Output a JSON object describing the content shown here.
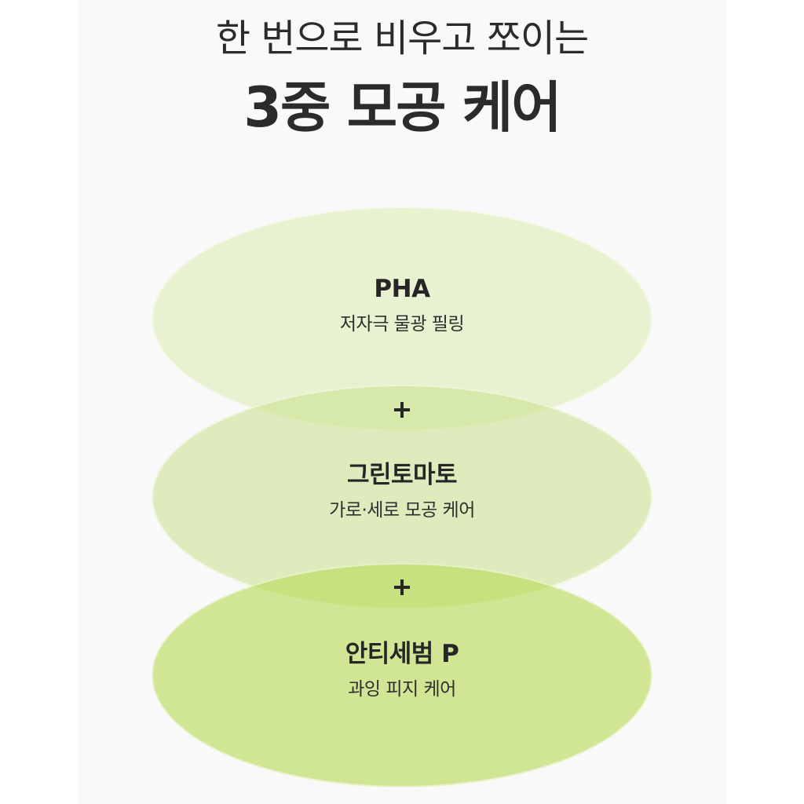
{
  "header": {
    "subtitle": "한 번으로 비우고 쪼이는",
    "title": "3중 모공 케어"
  },
  "ingredients": [
    {
      "name": "PHA",
      "description": "저자극 물광 필링",
      "color": "#ebf3d6"
    },
    {
      "name": "그린토마토",
      "description": "가로·세로 모공 케어",
      "color": "#deebb5"
    },
    {
      "name": "안티세범 P",
      "description": "과잉 피지 케어",
      "color": "#cce48a"
    }
  ],
  "connectors": [
    {
      "icon": "plus-icon"
    },
    {
      "icon": "plus-icon"
    }
  ],
  "colors": {
    "background": "#ffffff",
    "panel": "#f9f9f9",
    "text": "#262626"
  }
}
